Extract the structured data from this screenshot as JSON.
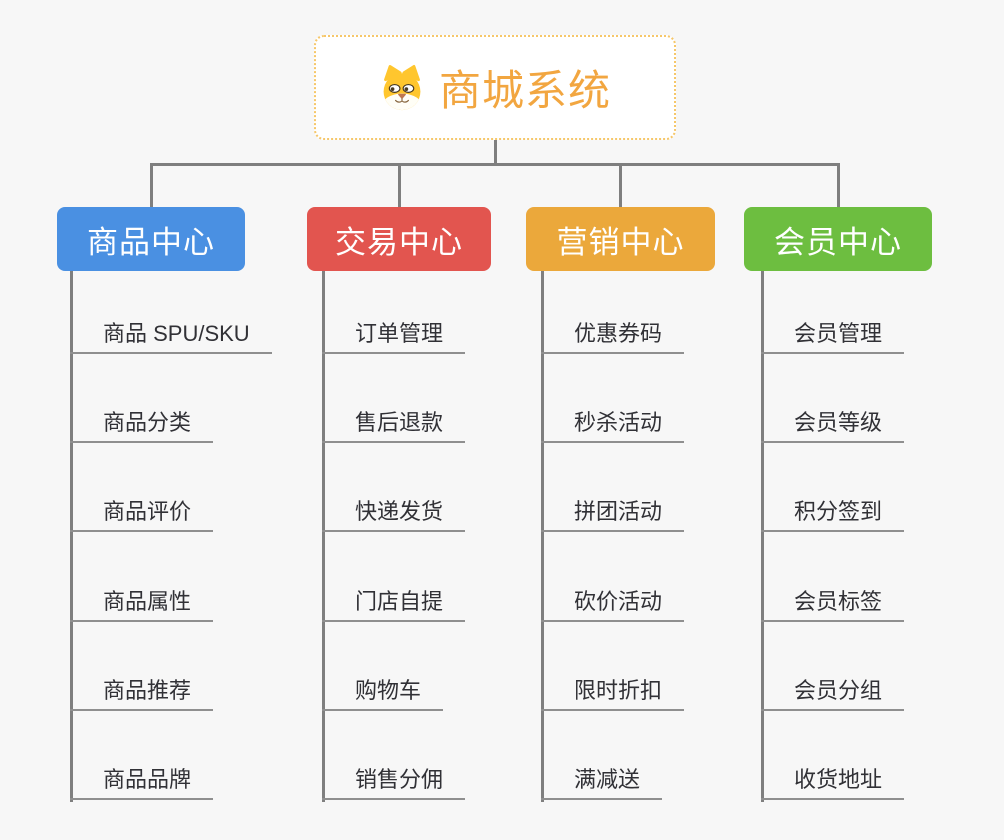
{
  "root": {
    "label": "商城系统",
    "icon": "dog-face-icon"
  },
  "branches": [
    {
      "label": "商品中心",
      "color": "#4A90E2",
      "items": [
        "商品 SPU/SKU",
        "商品分类",
        "商品评价",
        "商品属性",
        "商品推荐",
        "商品品牌"
      ]
    },
    {
      "label": "交易中心",
      "color": "#E2554F",
      "items": [
        "订单管理",
        "售后退款",
        "快递发货",
        "门店自提",
        "购物车",
        "销售分佣"
      ]
    },
    {
      "label": "营销中心",
      "color": "#EBA83B",
      "items": [
        "优惠券码",
        "秒杀活动",
        "拼团活动",
        "砍价活动",
        "限时折扣",
        "满减送"
      ]
    },
    {
      "label": "会员中心",
      "color": "#6DBE40",
      "items": [
        "会员管理",
        "会员等级",
        "积分签到",
        "会员标签",
        "会员分组",
        "收货地址"
      ]
    }
  ],
  "colors": {
    "canvas_bg": "#F7F7F7",
    "connector_line": "#7F7F7F",
    "leaf_underline": "#8F8F8F",
    "leaf_text": "#313136",
    "node_text": "#FFFFFF",
    "root_text": "#F2A640",
    "root_border": "#F6C76A"
  }
}
